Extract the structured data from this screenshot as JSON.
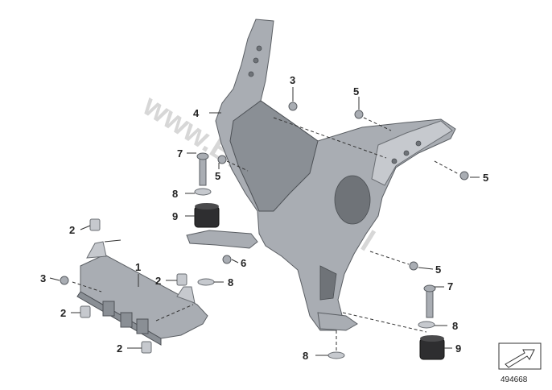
{
  "diagram": {
    "watermark": "www.BMWstore.pl",
    "document_number": "494668",
    "callouts": [
      {
        "id": "c1",
        "label": "1"
      },
      {
        "id": "c2a",
        "label": "2"
      },
      {
        "id": "c2b",
        "label": "2"
      },
      {
        "id": "c2c",
        "label": "2"
      },
      {
        "id": "c2d",
        "label": "2"
      },
      {
        "id": "c3a",
        "label": "3"
      },
      {
        "id": "c3b",
        "label": "3"
      },
      {
        "id": "c4",
        "label": "4"
      },
      {
        "id": "c5a",
        "label": "5"
      },
      {
        "id": "c5b",
        "label": "5"
      },
      {
        "id": "c5c",
        "label": "5"
      },
      {
        "id": "c5d",
        "label": "5"
      },
      {
        "id": "c6",
        "label": "6"
      },
      {
        "id": "c7a",
        "label": "7"
      },
      {
        "id": "c7b",
        "label": "7"
      },
      {
        "id": "c8a",
        "label": "8"
      },
      {
        "id": "c8b",
        "label": "8"
      },
      {
        "id": "c8c",
        "label": "8"
      },
      {
        "id": "c8d",
        "label": "8"
      },
      {
        "id": "c9a",
        "label": "9"
      },
      {
        "id": "c9b",
        "label": "9"
      }
    ]
  }
}
